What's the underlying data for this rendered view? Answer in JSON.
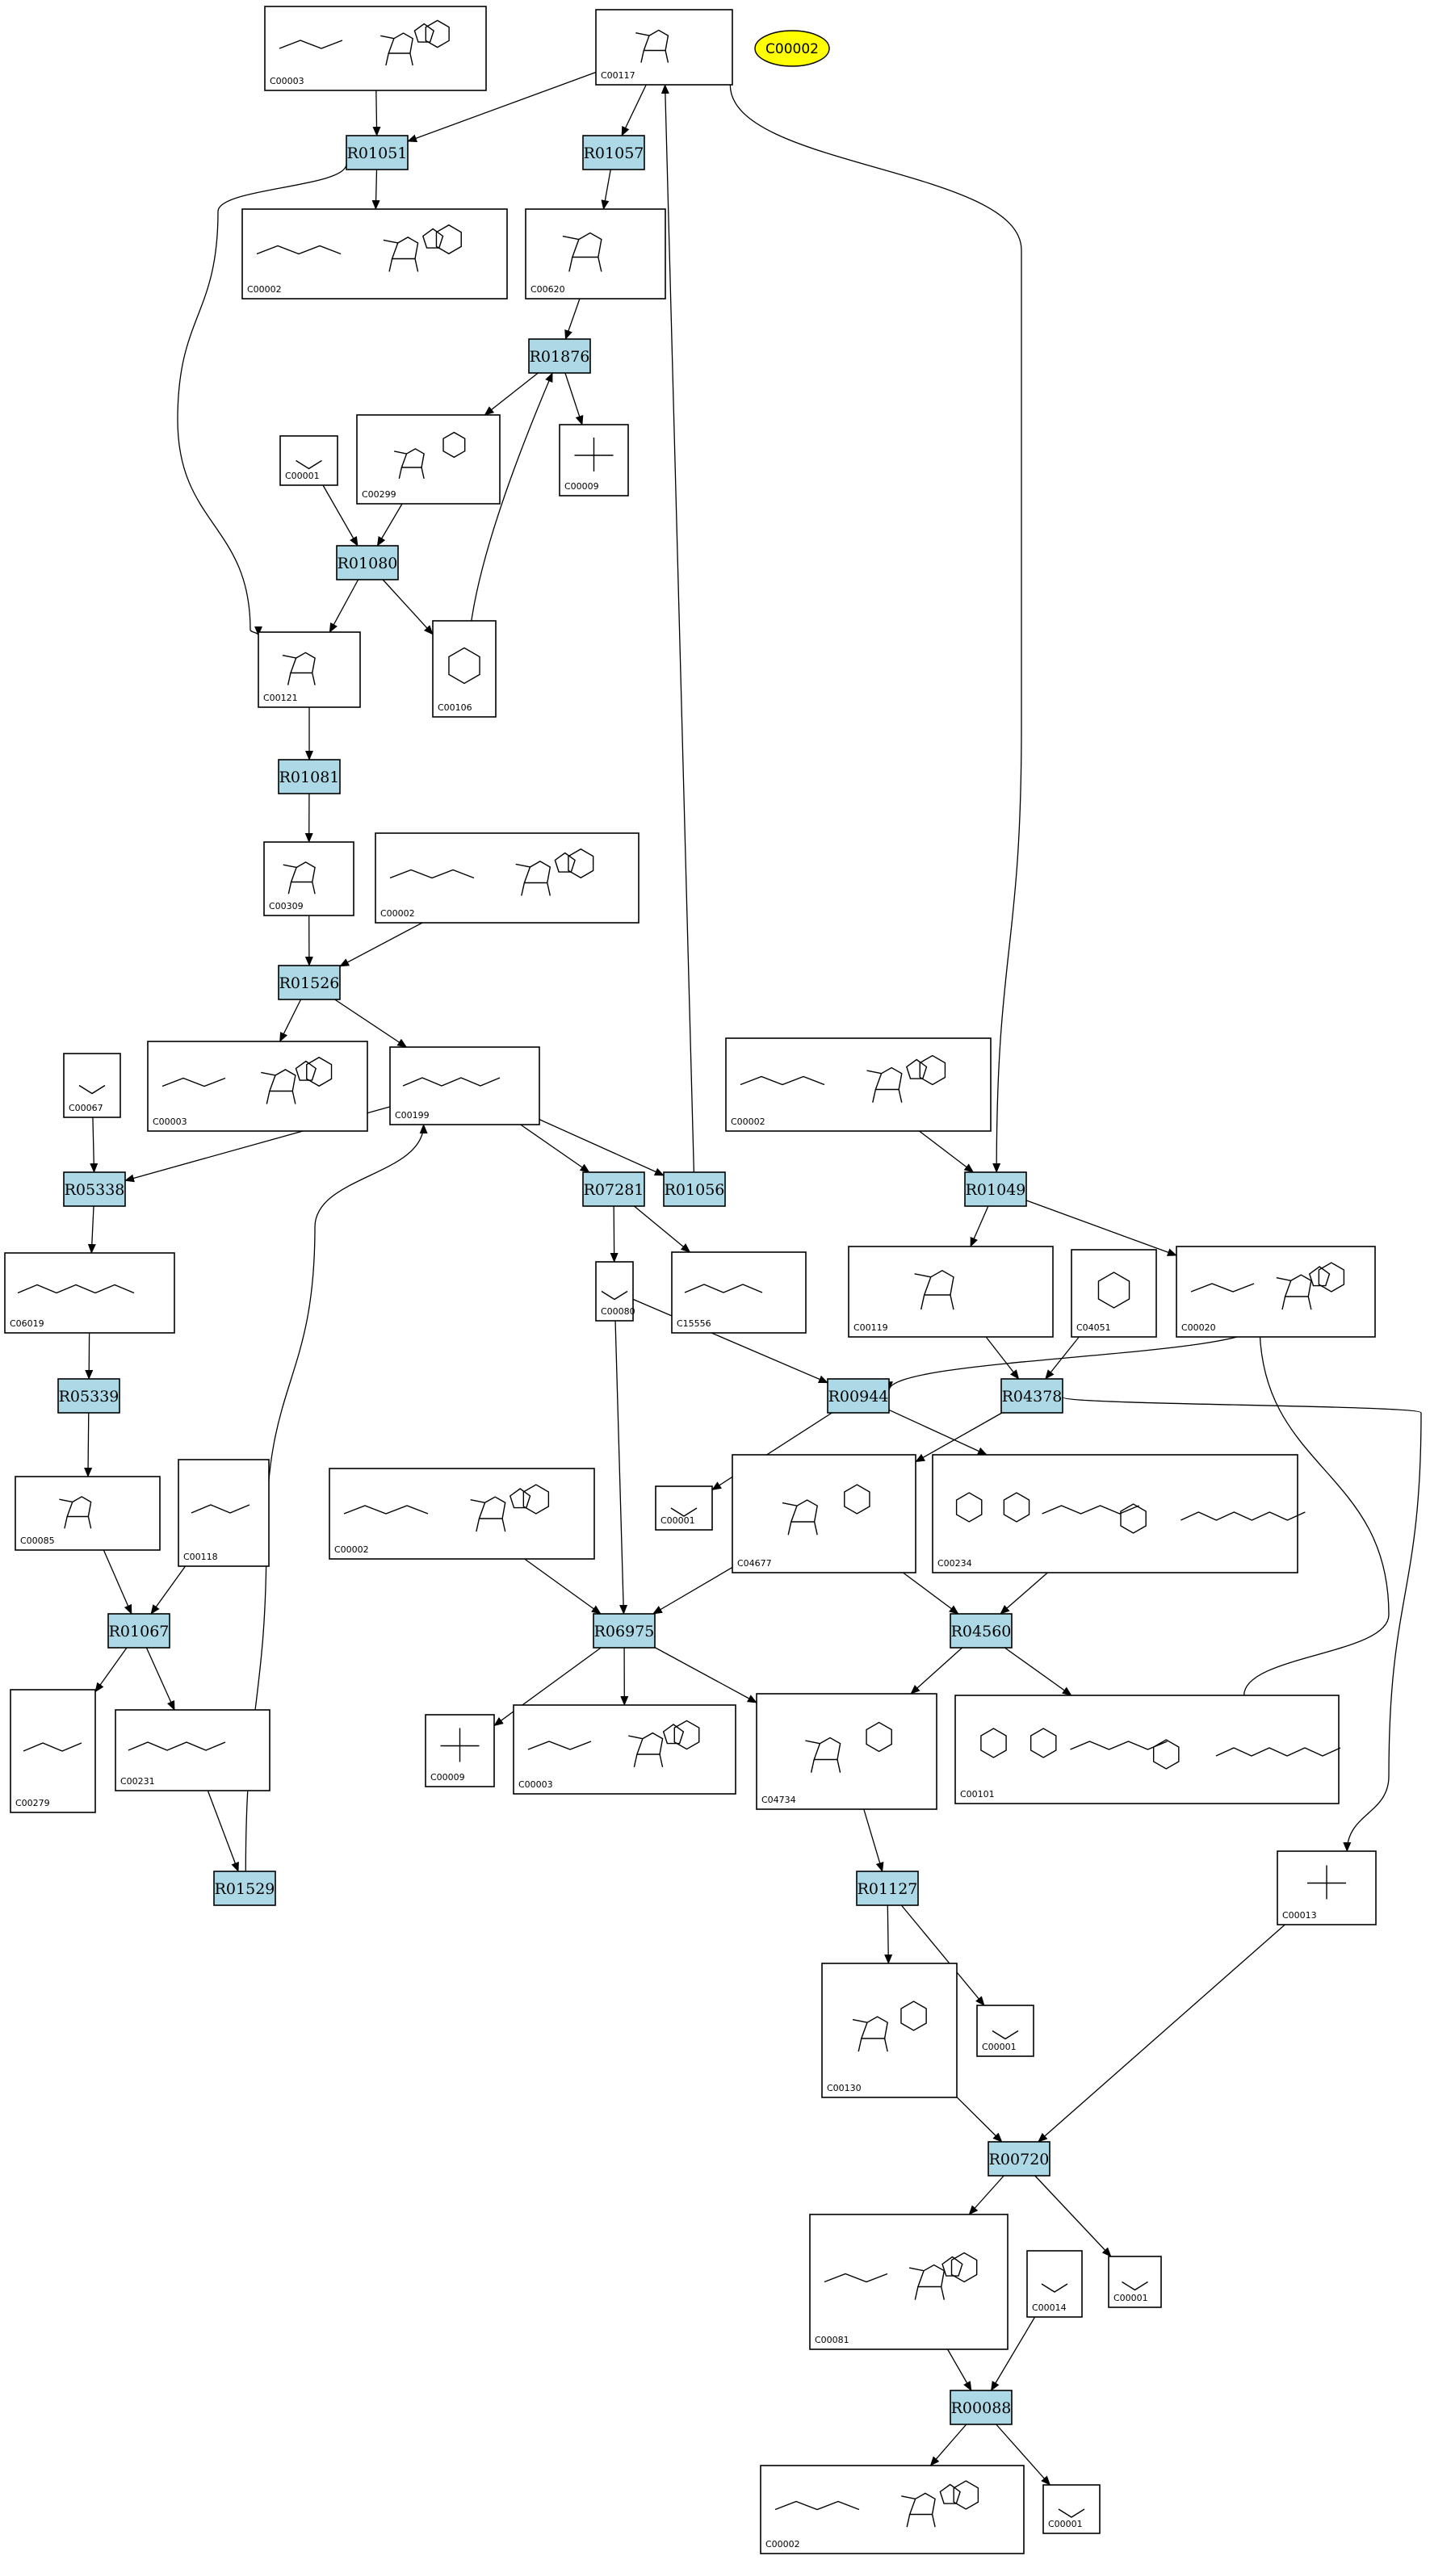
{
  "highlight": {
    "label": "C00002"
  },
  "reactions": [
    {
      "id": "R01051",
      "label": "R01051"
    },
    {
      "id": "R01057",
      "label": "R01057"
    },
    {
      "id": "R01876",
      "label": "R01876"
    },
    {
      "id": "R01080",
      "label": "R01080"
    },
    {
      "id": "R01081",
      "label": "R01081"
    },
    {
      "id": "R01526",
      "label": "R01526"
    },
    {
      "id": "R05338",
      "label": "R05338"
    },
    {
      "id": "R07281",
      "label": "R07281"
    },
    {
      "id": "R01056",
      "label": "R01056"
    },
    {
      "id": "R01049",
      "label": "R01049"
    },
    {
      "id": "R05339",
      "label": "R05339"
    },
    {
      "id": "R00944",
      "label": "R00944"
    },
    {
      "id": "R04378",
      "label": "R04378"
    },
    {
      "id": "R01067",
      "label": "R01067"
    },
    {
      "id": "R06975",
      "label": "R06975"
    },
    {
      "id": "R04560",
      "label": "R04560"
    },
    {
      "id": "R01529",
      "label": "R01529"
    },
    {
      "id": "R01127",
      "label": "R01127"
    },
    {
      "id": "R00720",
      "label": "R00720"
    },
    {
      "id": "R00088",
      "label": "R00088"
    }
  ],
  "compounds": [
    {
      "id": "n1",
      "label": "C00003",
      "kind": "nucleotide"
    },
    {
      "id": "n2",
      "label": "C00117",
      "kind": "sugar"
    },
    {
      "id": "n3",
      "label": "C00002",
      "kind": "nucleotide"
    },
    {
      "id": "n4",
      "label": "C00620",
      "kind": "sugar"
    },
    {
      "id": "n5",
      "label": "C00001",
      "kind": "water"
    },
    {
      "id": "n6",
      "label": "C00299",
      "kind": "nucleoside"
    },
    {
      "id": "n7",
      "label": "C00009",
      "kind": "phosphate"
    },
    {
      "id": "n8",
      "label": "C00121",
      "kind": "sugar"
    },
    {
      "id": "n9",
      "label": "C00106",
      "kind": "ring"
    },
    {
      "id": "n10",
      "label": "C00309",
      "kind": "sugar"
    },
    {
      "id": "n11",
      "label": "C00002",
      "kind": "nucleotide"
    },
    {
      "id": "n12",
      "label": "C00067",
      "kind": "small"
    },
    {
      "id": "n13",
      "label": "C00003",
      "kind": "nucleotide"
    },
    {
      "id": "n14",
      "label": "C00199",
      "kind": "chain"
    },
    {
      "id": "n15",
      "label": "C00002",
      "kind": "nucleotide"
    },
    {
      "id": "n16",
      "label": "C06019",
      "kind": "chain"
    },
    {
      "id": "n17",
      "label": "C00080",
      "kind": "small"
    },
    {
      "id": "n18",
      "label": "C15556",
      "kind": "chain"
    },
    {
      "id": "n19",
      "label": "C00119",
      "kind": "sugar"
    },
    {
      "id": "n20",
      "label": "C04051",
      "kind": "ring"
    },
    {
      "id": "n21",
      "label": "C00020",
      "kind": "nucleotide"
    },
    {
      "id": "n22",
      "label": "C00085",
      "kind": "sugar"
    },
    {
      "id": "n23",
      "label": "C00118",
      "kind": "chain"
    },
    {
      "id": "n24",
      "label": "C00002",
      "kind": "nucleotide"
    },
    {
      "id": "n25",
      "label": "C00001",
      "kind": "water"
    },
    {
      "id": "n26",
      "label": "C04677",
      "kind": "nucleoside"
    },
    {
      "id": "n27",
      "label": "C00234",
      "kind": "folate"
    },
    {
      "id": "n28",
      "label": "C00279",
      "kind": "chain"
    },
    {
      "id": "n29",
      "label": "C00231",
      "kind": "chain"
    },
    {
      "id": "n30",
      "label": "C00009",
      "kind": "phosphate"
    },
    {
      "id": "n31",
      "label": "C00003",
      "kind": "nucleotide"
    },
    {
      "id": "n32",
      "label": "C04734",
      "kind": "nucleoside"
    },
    {
      "id": "n33",
      "label": "C00101",
      "kind": "folate"
    },
    {
      "id": "n34",
      "label": "C00013",
      "kind": "phosphate"
    },
    {
      "id": "n35",
      "label": "C00130",
      "kind": "nucleoside"
    },
    {
      "id": "n36",
      "label": "C00001",
      "kind": "water"
    },
    {
      "id": "n37",
      "label": "C00081",
      "kind": "nucleotide"
    },
    {
      "id": "n38",
      "label": "C00014",
      "kind": "water"
    },
    {
      "id": "n39",
      "label": "C00001",
      "kind": "water"
    },
    {
      "id": "n40",
      "label": "C00002",
      "kind": "nucleotide"
    },
    {
      "id": "n41",
      "label": "C00001",
      "kind": "water"
    }
  ],
  "edges": [
    [
      "n1",
      "R01051"
    ],
    [
      "n2",
      "R01051"
    ],
    [
      "R01051",
      "n3"
    ],
    [
      "R01051",
      "n8"
    ],
    [
      "n2",
      "R01057"
    ],
    [
      "R01057",
      "n4"
    ],
    [
      "n4",
      "R01876"
    ],
    [
      "R01876",
      "n6"
    ],
    [
      "R01876",
      "n7"
    ],
    [
      "n5",
      "R01080"
    ],
    [
      "n6",
      "R01080"
    ],
    [
      "R01080",
      "n8"
    ],
    [
      "R01080",
      "n9"
    ],
    [
      "n9",
      "R01876"
    ],
    [
      "n8",
      "R01081"
    ],
    [
      "R01081",
      "n10"
    ],
    [
      "n10",
      "R01526"
    ],
    [
      "n11",
      "R01526"
    ],
    [
      "R01526",
      "n13"
    ],
    [
      "R01526",
      "n14"
    ],
    [
      "n12",
      "R05338"
    ],
    [
      "n14",
      "R05338"
    ],
    [
      "R05338",
      "n16"
    ],
    [
      "n14",
      "R07281"
    ],
    [
      "R07281",
      "n17"
    ],
    [
      "R07281",
      "n18"
    ],
    [
      "n14",
      "R01056"
    ],
    [
      "R01056",
      "n2"
    ],
    [
      "n2",
      "R01049"
    ],
    [
      "n15",
      "R01049"
    ],
    [
      "R01049",
      "n19"
    ],
    [
      "R01049",
      "n21"
    ],
    [
      "n16",
      "R05339"
    ],
    [
      "R05339",
      "n22"
    ],
    [
      "n17",
      "R00944"
    ],
    [
      "R00944",
      "n25"
    ],
    [
      "R00944",
      "n27"
    ],
    [
      "n33",
      "R00944"
    ],
    [
      "n19",
      "R04378"
    ],
    [
      "n20",
      "R04378"
    ],
    [
      "R04378",
      "n26"
    ],
    [
      "R04378",
      "n34"
    ],
    [
      "n22",
      "R01067"
    ],
    [
      "n23",
      "R01067"
    ],
    [
      "R01067",
      "n28"
    ],
    [
      "R01067",
      "n29"
    ],
    [
      "n24",
      "R06975"
    ],
    [
      "n26",
      "R06975"
    ],
    [
      "n17",
      "R06975"
    ],
    [
      "R06975",
      "n30"
    ],
    [
      "R06975",
      "n31"
    ],
    [
      "R06975",
      "n32"
    ],
    [
      "n26",
      "R04560"
    ],
    [
      "n27",
      "R04560"
    ],
    [
      "R04560",
      "n32"
    ],
    [
      "R04560",
      "n33"
    ],
    [
      "n29",
      "R01529"
    ],
    [
      "R01529",
      "n14"
    ],
    [
      "n32",
      "R01127"
    ],
    [
      "R01127",
      "n35"
    ],
    [
      "R01127",
      "n36"
    ],
    [
      "n35",
      "R00720"
    ],
    [
      "n34",
      "R00720"
    ],
    [
      "R00720",
      "n37"
    ],
    [
      "R00720",
      "n39"
    ],
    [
      "n37",
      "R00088"
    ],
    [
      "n38",
      "R00088"
    ],
    [
      "R00088",
      "n40"
    ],
    [
      "R00088",
      "n41"
    ]
  ]
}
